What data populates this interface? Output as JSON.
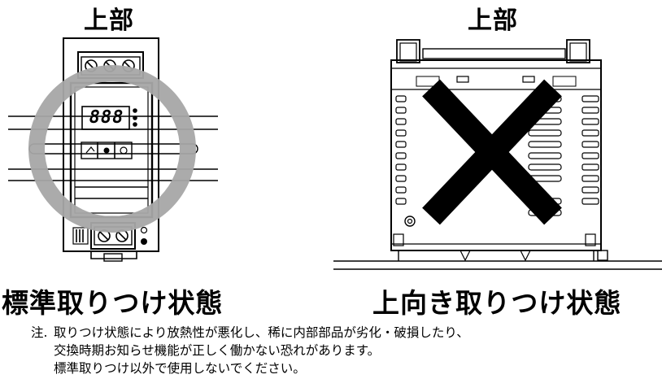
{
  "left": {
    "top_label": "上部",
    "caption": "標準取りつけ状態",
    "display_digits": "888"
  },
  "right": {
    "top_label": "上部",
    "caption": "上向き取りつけ状態"
  },
  "note": {
    "prefix": "注.",
    "lines": [
      "取りつけ状態により放熱性が悪化し、稀に内部部品が劣化・破損したり、",
      "交換時期お知らせ機能が正しく働かない恐れがあります。",
      "標準取りつけ以外で使用しないでください。"
    ]
  },
  "colors": {
    "ring": "#a6a6a6",
    "line": "#000000",
    "cross": "#000000"
  }
}
